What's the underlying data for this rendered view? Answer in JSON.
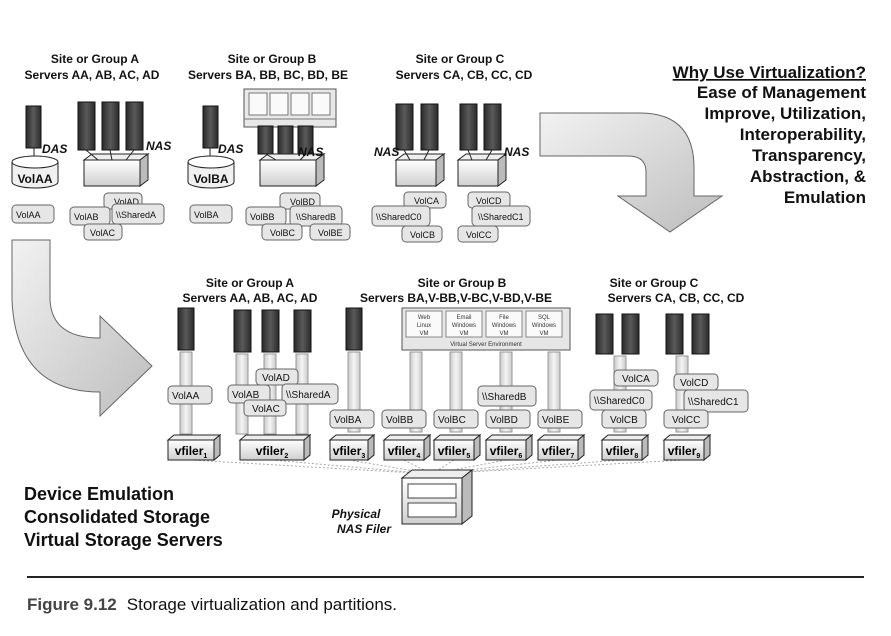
{
  "top": {
    "groups": [
      {
        "title": "Site or Group A",
        "servers": "Servers AA, AB, AC, AD"
      },
      {
        "title": "Site or Group B",
        "servers": "Servers BA,  BB,  BC,  BD,  BE"
      },
      {
        "title": "Site or Group C",
        "servers": "Servers CA, CB, CC, CD"
      }
    ],
    "das": "DAS",
    "nas": "NAS",
    "volumes": {
      "volAA": "VolAA",
      "volAD": "VolAD",
      "volAB": "VolAB",
      "sharedA": "\\\\SharedA",
      "volAC": "VolAC",
      "volBA": "VolBA",
      "volBD": "VolBD",
      "volBB": "VolBB",
      "sharedB": "\\\\SharedB",
      "volBC": "VolBC",
      "volBE": "VolBE",
      "volCA": "VolCA",
      "volCD": "VolCD",
      "sharedC0": "\\\\SharedC0",
      "sharedC1": "\\\\SharedC1",
      "volCB": "VolCB",
      "volCC": "VolCC"
    }
  },
  "why": {
    "heading": "Why Use Virtualization?",
    "lines": [
      "Ease of Management",
      "Improve, Utilization,",
      "Interoperability,",
      "Transparency,",
      "Abstraction, &",
      "Emulation"
    ]
  },
  "bottom": {
    "groups": [
      {
        "title": "Site or Group A",
        "servers": "Servers AA, AB, AC, AD"
      },
      {
        "title": "Site or Group B",
        "servers": "Servers BA,V-BB,V-BC,V-BD,V-BE"
      },
      {
        "title": "Site or Group C",
        "servers": "Servers CA, CB, CC, CD"
      }
    ],
    "vse": {
      "vms": [
        {
          "app": "Web",
          "os": "Linux",
          "vm": "VM"
        },
        {
          "app": "Email",
          "os": "Windows",
          "vm": "VM"
        },
        {
          "app": "File",
          "os": "Windows",
          "vm": "VM"
        },
        {
          "app": "SQL",
          "os": "Windows",
          "vm": "VM"
        }
      ],
      "label": "Virtual Server Environment"
    },
    "vfilers": [
      {
        "name": "vfiler",
        "sub": "1"
      },
      {
        "name": "vfiler",
        "sub": "2"
      },
      {
        "name": "vfiler",
        "sub": "3"
      },
      {
        "name": "vfiler",
        "sub": "4"
      },
      {
        "name": "vfiler",
        "sub": "5"
      },
      {
        "name": "vfiler",
        "sub": "6"
      },
      {
        "name": "vfiler",
        "sub": "7"
      },
      {
        "name": "vfiler",
        "sub": "8"
      },
      {
        "name": "vfiler",
        "sub": "9"
      }
    ],
    "physical": [
      "Physical",
      "NAS Filer"
    ],
    "features": [
      "Device Emulation",
      "Consolidated Storage",
      "Virtual Storage Servers"
    ],
    "volumes": {
      "volAA": "VolAA",
      "volAD": "VolAD",
      "volAB": "VolAB",
      "sharedA": "\\\\SharedA",
      "volAC": "VolAC",
      "volBA": "VolBA",
      "volBB": "VolBB",
      "volBC": "VolBC",
      "volBD": "VolBD",
      "volBE": "VolBE",
      "sharedB": "\\\\SharedB",
      "volCA": "VolCA",
      "volCD": "VolCD",
      "sharedC0": "\\\\SharedC0",
      "sharedC1": "\\\\SharedC1",
      "volCB": "VolCB",
      "volCC": "VolCC"
    }
  },
  "caption": {
    "number": "Figure 9.12",
    "text": "Storage virtualization and partitions."
  }
}
